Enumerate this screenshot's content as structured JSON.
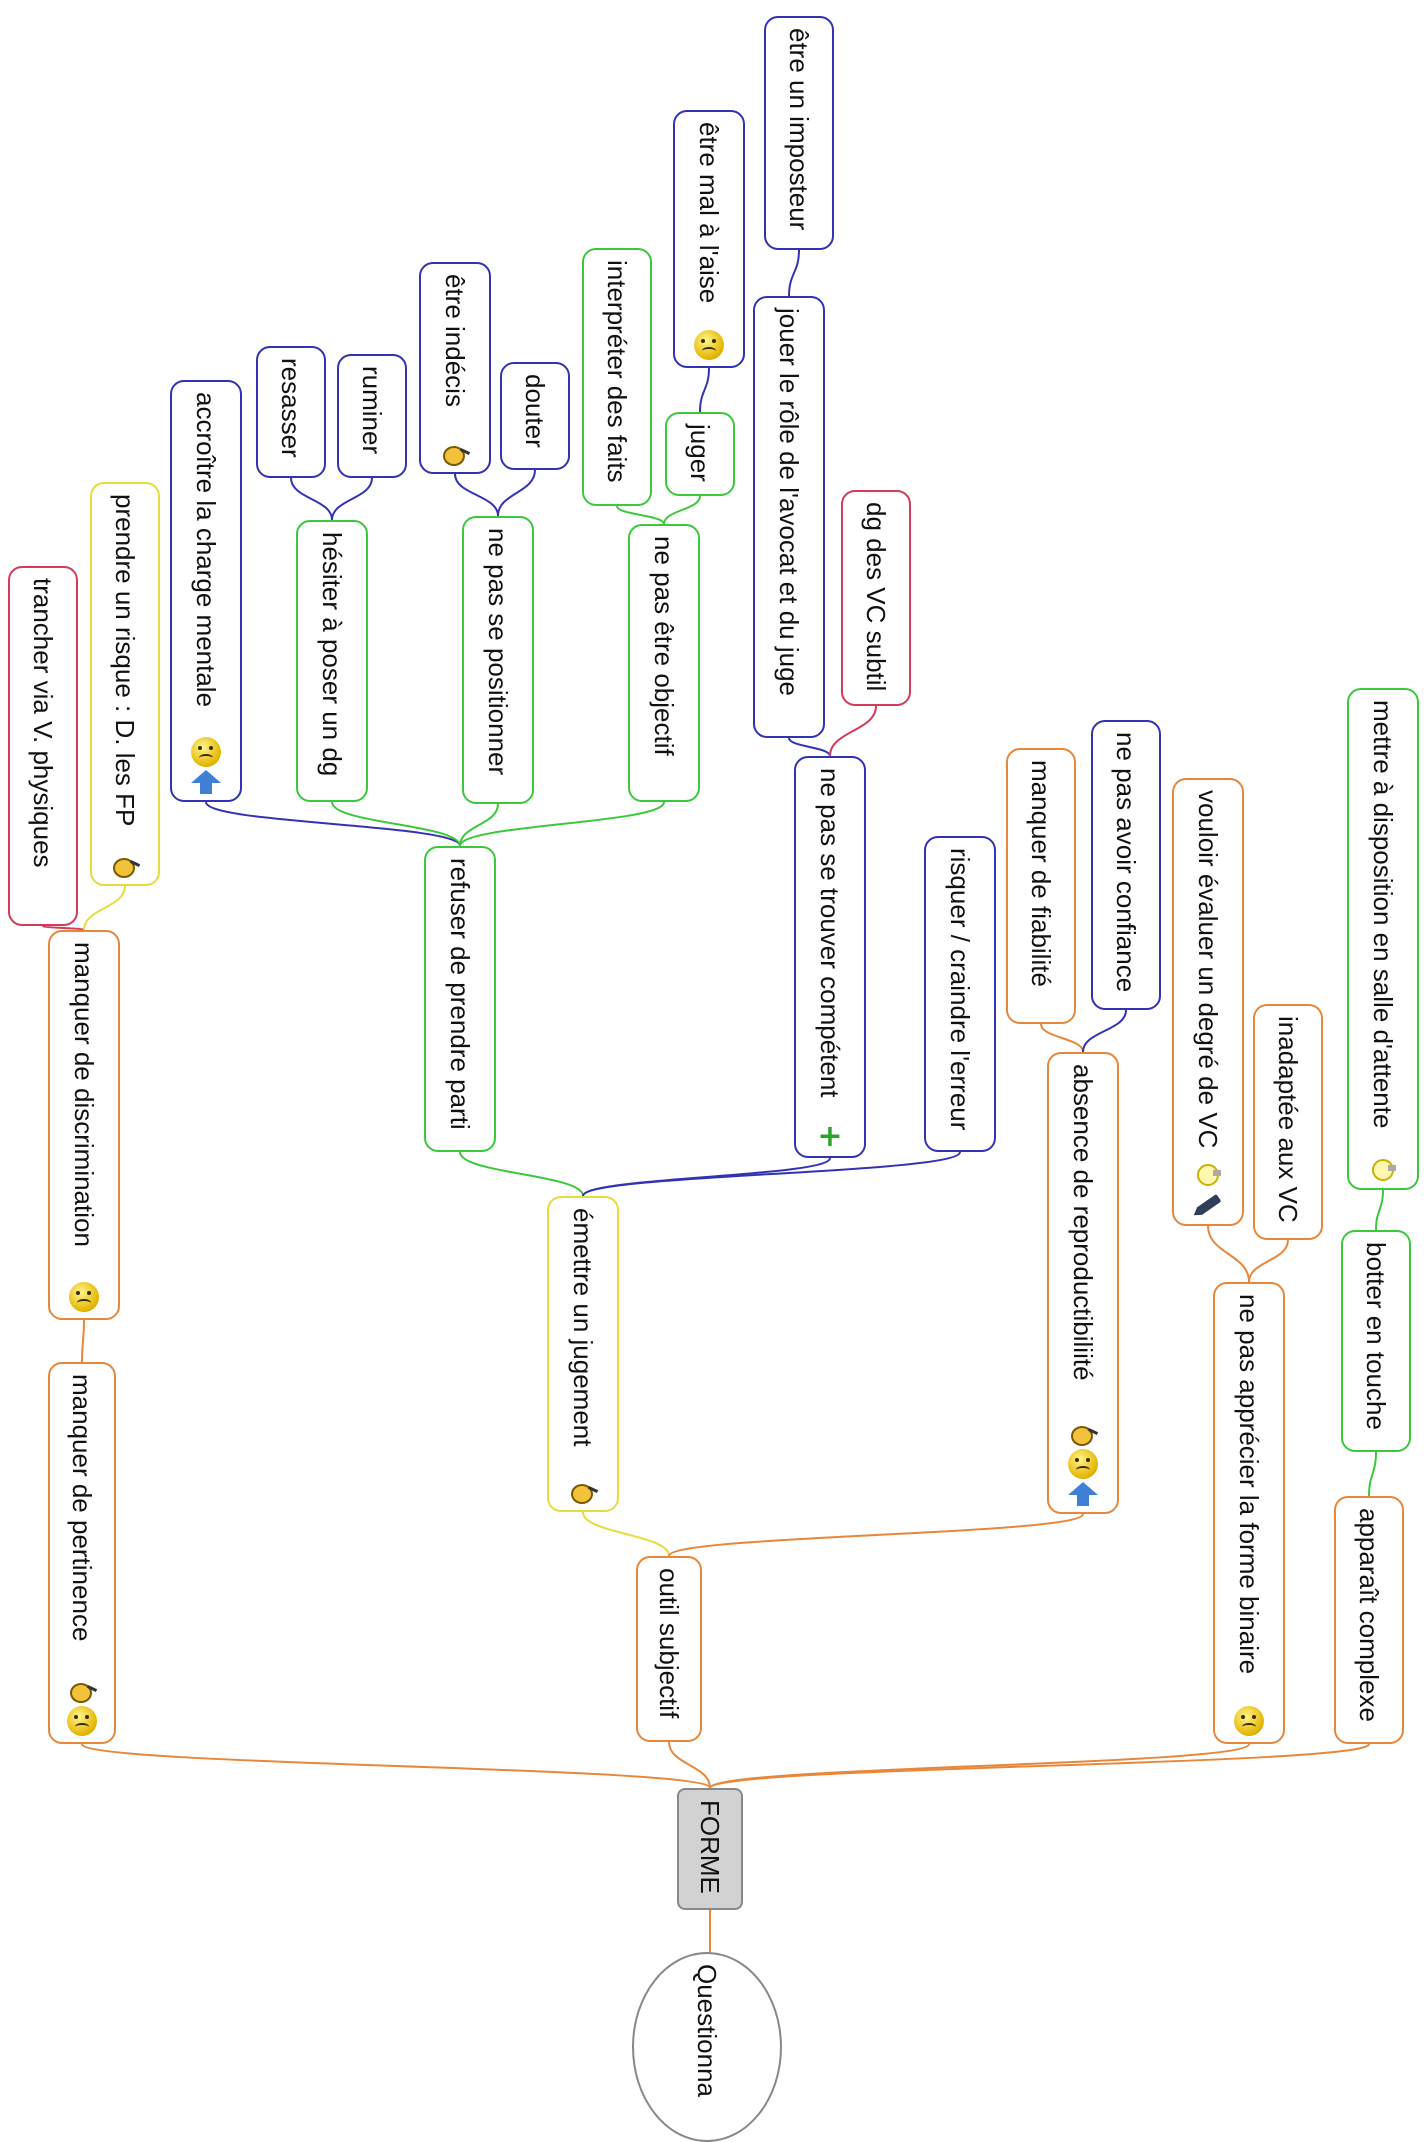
{
  "root": {
    "label": "Questionna"
  },
  "center": {
    "label": "FORME"
  },
  "colors": {
    "orange": "#e8873a",
    "green": "#3cc83c",
    "blue": "#3232b4",
    "red": "#d23c5a",
    "yellow": "#e6dc3c",
    "gray": "#888888"
  },
  "nodes": [
    {
      "id": "pertinence",
      "label": "manquer de pertinence",
      "color": "orange",
      "icons": [
        "pin-icon",
        "sad-smiley-icon"
      ]
    },
    {
      "id": "discrimination",
      "label": "manquer de discrimination",
      "color": "orange",
      "icons": [
        "sad-smiley-icon"
      ]
    },
    {
      "id": "trancher",
      "label": "trancher via V. physiques",
      "color": "red",
      "icons": []
    },
    {
      "id": "prendre_risque",
      "label": "prendre un risque : D. les FP",
      "color": "yellow",
      "icons": [
        "pin-icon"
      ]
    },
    {
      "id": "outil",
      "label": "outil subjectif",
      "color": "orange",
      "icons": []
    },
    {
      "id": "jugement",
      "label": "émettre un jugement",
      "color": "yellow",
      "icons": [
        "pin-icon"
      ]
    },
    {
      "id": "refuser",
      "label": "refuser de prendre parti",
      "color": "green",
      "icons": []
    },
    {
      "id": "accroitre",
      "label": "accroître la charge mentale",
      "color": "blue",
      "icons": [
        "sad-smiley-icon",
        "up-arrow-icon"
      ]
    },
    {
      "id": "hesiter",
      "label": "hésiter à poser un dg",
      "color": "green",
      "icons": []
    },
    {
      "id": "resasser",
      "label": "resasser",
      "color": "blue",
      "icons": []
    },
    {
      "id": "ruminer",
      "label": "ruminer",
      "color": "blue",
      "icons": []
    },
    {
      "id": "positionner",
      "label": "ne pas se positionner",
      "color": "green",
      "icons": []
    },
    {
      "id": "indecis",
      "label": "être indécis",
      "color": "blue",
      "icons": [
        "pin-icon"
      ]
    },
    {
      "id": "douter",
      "label": "douter",
      "color": "blue",
      "icons": []
    },
    {
      "id": "objectif",
      "label": "ne pas être objectif",
      "color": "green",
      "icons": []
    },
    {
      "id": "interpreter",
      "label": "interpréter des faits",
      "color": "green",
      "icons": []
    },
    {
      "id": "juger",
      "label": "juger",
      "color": "green",
      "icons": []
    },
    {
      "id": "malaise",
      "label": "être mal à l'aise",
      "color": "blue",
      "icons": [
        "sad-smiley-icon"
      ]
    },
    {
      "id": "competent",
      "label": "ne pas se trouver compétent",
      "color": "blue",
      "icons": [
        "plus-icon"
      ]
    },
    {
      "id": "avocat",
      "label": "jouer le rôle de l'avocat et du juge",
      "color": "blue",
      "icons": []
    },
    {
      "id": "imposteur",
      "label": "être un imposteur",
      "color": "blue",
      "icons": []
    },
    {
      "id": "dgvc",
      "label": "dg des VC subtil",
      "color": "red",
      "icons": []
    },
    {
      "id": "erreur",
      "label": "risquer / craindre l'erreur",
      "color": "blue",
      "icons": []
    },
    {
      "id": "reproductibilite",
      "label": "absence de reproductibiliité",
      "color": "orange",
      "icons": [
        "pin-icon",
        "sad-smiley-icon",
        "up-arrow-icon"
      ]
    },
    {
      "id": "fiabilite",
      "label": "manquer de fiabilité",
      "color": "orange",
      "icons": []
    },
    {
      "id": "confiance",
      "label": "ne pas avoir confiance",
      "color": "blue",
      "icons": []
    },
    {
      "id": "binaire",
      "label": "ne pas apprécier la forme binaire",
      "color": "orange",
      "icons": [
        "sad-smiley-icon"
      ]
    },
    {
      "id": "evaluer",
      "label": "vouloir évaluer un degré de VC",
      "color": "orange",
      "icons": [
        "bulb-icon",
        "pen-icon"
      ]
    },
    {
      "id": "inadaptee",
      "label": "inadaptée aux VC",
      "color": "orange",
      "icons": []
    },
    {
      "id": "complexe",
      "label": "apparaît complexe",
      "color": "orange",
      "icons": []
    },
    {
      "id": "botter",
      "label": "botter en touche",
      "color": "green",
      "icons": []
    },
    {
      "id": "salle",
      "label": "mettre à disposition en salle d'attente",
      "color": "green",
      "icons": [
        "bulb-icon"
      ]
    }
  ]
}
